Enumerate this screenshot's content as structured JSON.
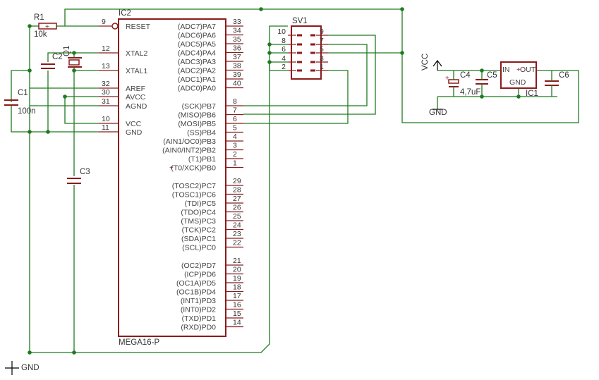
{
  "ic2": {
    "name": "IC2",
    "value": "MEGA16-P",
    "left_pins": [
      {
        "num": "9",
        "name": "RESET"
      },
      {
        "num": "12",
        "name": "XTAL2"
      },
      {
        "num": "13",
        "name": "XTAL1"
      },
      {
        "num": "32",
        "name": "AREF"
      },
      {
        "num": "30",
        "name": "AVCC"
      },
      {
        "num": "31",
        "name": "AGND"
      },
      {
        "num": "10",
        "name": "VCC"
      },
      {
        "num": "11",
        "name": "GND"
      }
    ],
    "right_pins": [
      {
        "num": "33",
        "name": "(ADC7)PA7"
      },
      {
        "num": "34",
        "name": "(ADC6)PA6"
      },
      {
        "num": "35",
        "name": "(ADC5)PA5"
      },
      {
        "num": "36",
        "name": "(ADC4)PA4"
      },
      {
        "num": "37",
        "name": "(ADC3)PA3"
      },
      {
        "num": "38",
        "name": "(ADC2)PA2"
      },
      {
        "num": "39",
        "name": "(ADC1)PA1"
      },
      {
        "num": "40",
        "name": "(ADC0)PA0"
      },
      {
        "num": "8",
        "name": "(SCK)PB7"
      },
      {
        "num": "7",
        "name": "(MISO)PB6"
      },
      {
        "num": "6",
        "name": "(MOSI)PB5"
      },
      {
        "num": "5",
        "name": "(SS)PB4"
      },
      {
        "num": "4",
        "name": "(AIN1/OC0)PB3"
      },
      {
        "num": "3",
        "name": "(AIN0/INT2)PB2"
      },
      {
        "num": "2",
        "name": "(T1)PB1"
      },
      {
        "num": "1",
        "name": "(T0/XCK)PB0"
      },
      {
        "num": "29",
        "name": "(TOSC2)PC7"
      },
      {
        "num": "28",
        "name": "(TOSC1)PC6"
      },
      {
        "num": "27",
        "name": "(TDI)PC5"
      },
      {
        "num": "26",
        "name": "(TDO)PC4"
      },
      {
        "num": "25",
        "name": "(TMS)PC3"
      },
      {
        "num": "24",
        "name": "(TCK)PC2"
      },
      {
        "num": "23",
        "name": "(SDA)PC1"
      },
      {
        "num": "22",
        "name": "(SCL)PC0"
      },
      {
        "num": "21",
        "name": "(OC2)PD7"
      },
      {
        "num": "20",
        "name": "(ICP)PD6"
      },
      {
        "num": "19",
        "name": "(OC1A)PD5"
      },
      {
        "num": "18",
        "name": "(OC1B)PD4"
      },
      {
        "num": "17",
        "name": "(INT1)PD3"
      },
      {
        "num": "16",
        "name": "(INT0)PD2"
      },
      {
        "num": "15",
        "name": "(TXD)PD1"
      },
      {
        "num": "14",
        "name": "(RXD)PD0"
      }
    ]
  },
  "sv1": {
    "name": "SV1",
    "left_nums": [
      "10",
      "8",
      "6",
      "4",
      "2"
    ],
    "right_nums": [
      "9",
      "7",
      "5",
      "3",
      "1"
    ]
  },
  "r1": {
    "name": "R1",
    "value": "10k"
  },
  "c1": {
    "name": "C1",
    "value": "100n"
  },
  "c2": {
    "name": "C2"
  },
  "c3": {
    "name": "C3"
  },
  "q1": {
    "name": "Q1"
  },
  "c4": {
    "name": "C4",
    "value": "4,7uF"
  },
  "c5": {
    "name": "C5"
  },
  "c6": {
    "name": "C6"
  },
  "ic1": {
    "name": "IC1",
    "pin_in": "IN",
    "pin_out": "OUT",
    "pin_gnd": "GND"
  },
  "vcc": {
    "label": "VCC"
  },
  "gnd_main": {
    "label": "GND"
  },
  "gnd_reg": {
    "label": "GND"
  },
  "colors": {
    "part": "#8b1b1b",
    "wire": "#1f7a1f",
    "background": "#ffffff"
  }
}
